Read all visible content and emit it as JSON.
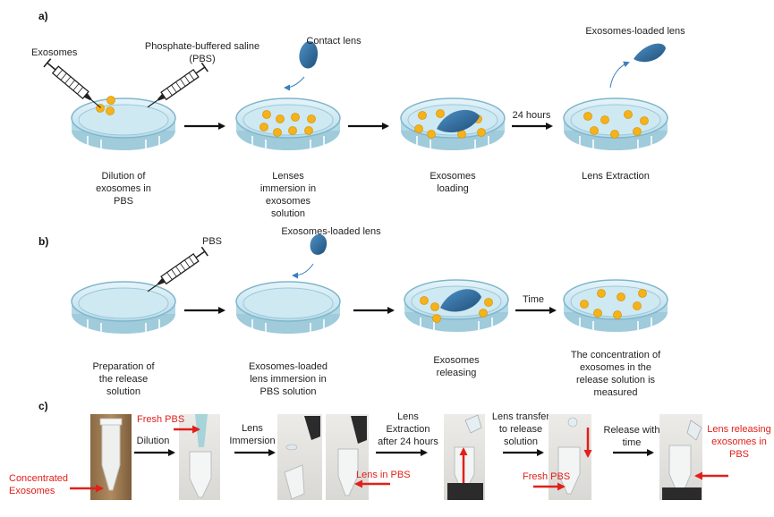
{
  "panel_a": {
    "label": "a)",
    "exosomes": "Exosomes",
    "pbs_line1": "Phosphate-buffered saline",
    "pbs_line2": "(PBS)",
    "contact_lens": "Contact lens",
    "loaded_lens": "Exosomes-loaded lens",
    "time": "24 hours",
    "step1": [
      "Dilution of",
      "exosomes in",
      "PBS"
    ],
    "step2": [
      "Lenses",
      "immersion in",
      "exosomes",
      "solution"
    ],
    "step3": [
      "Exosomes",
      "loading"
    ],
    "step4": [
      "Lens Extraction"
    ]
  },
  "panel_b": {
    "label": "b)",
    "pbs": "PBS",
    "loaded_lens": "Exosomes-loaded lens",
    "time": "Time",
    "step1": [
      "Preparation of",
      "the release",
      "solution"
    ],
    "step2": [
      "Exosomes-loaded",
      "lens immersion in",
      "PBS solution"
    ],
    "step3": [
      "Exosomes",
      "releasing"
    ],
    "step4": [
      "The concentration of",
      "exosomes in the",
      "release solution is",
      "measured"
    ]
  },
  "panel_c": {
    "label": "c)",
    "concentrated": [
      "Concentrated",
      "Exosomes"
    ],
    "fresh_pbs": "Fresh PBS",
    "dilution": "Dilution",
    "immersion": [
      "Lens",
      "Immersion"
    ],
    "lens_in_pbs": "Lens in PBS",
    "extraction": [
      "Lens",
      "Extraction",
      "after 24 hours"
    ],
    "transfer": [
      "Lens transfer",
      "to release",
      "solution"
    ],
    "fresh_pbs_2": "Fresh PBS",
    "release": [
      "Release  with",
      "time"
    ],
    "releasing": [
      "Lens releasing",
      "exosomes in",
      "PBS"
    ]
  },
  "colors": {
    "dish_fill": "#cfe9f3",
    "dish_rim": "#7fb6cc",
    "exosome": "#f5b21a",
    "lens": "#2c6e9f",
    "arrow": "#111111",
    "red_arrow": "#e0201b"
  }
}
